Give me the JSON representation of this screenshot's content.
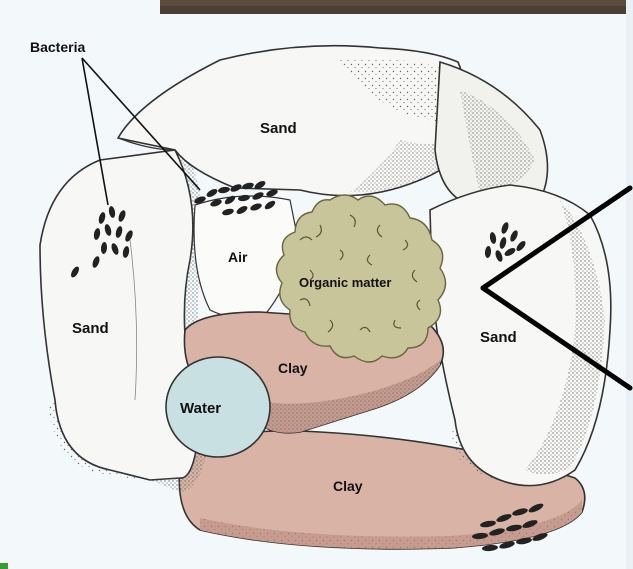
{
  "labels": {
    "bacteria": "Bacteria",
    "sand_top": "Sand",
    "sand_left": "Sand",
    "sand_right": "Sand",
    "air": "Air",
    "organic_matter": "Organic matter",
    "clay_upper": "Clay",
    "clay_lower": "Clay",
    "water": "Water"
  },
  "colors": {
    "background": "#f3f8fb",
    "sand": "#f7f7f5",
    "clay": "#d9b3a5",
    "clay_shade": "#c79b8e",
    "organic_matter": "#c9c59a",
    "water": "#c9e0e3",
    "bacteria": "#222222",
    "photo_strip": "#4a3f33",
    "accent_green": "#3a9a3a"
  }
}
